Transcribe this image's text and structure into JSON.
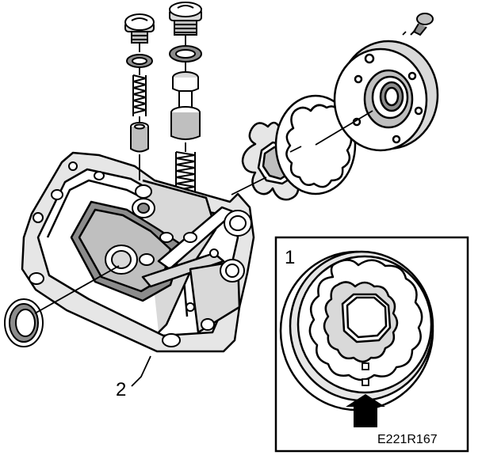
{
  "callouts": {
    "part_1": "1",
    "part_2": "2"
  },
  "figure_code": "E221R167",
  "colors": {
    "ink": "#000000",
    "paper": "#ffffff",
    "shade": "#bfbfbf",
    "dark_shade": "#8c8c8c"
  }
}
